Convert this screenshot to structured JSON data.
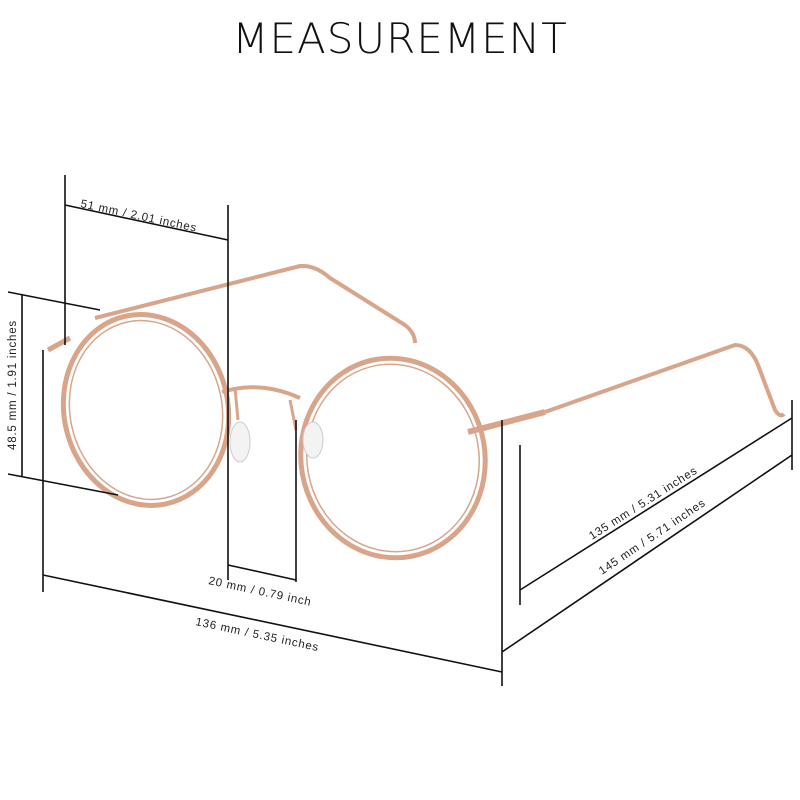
{
  "title": "MEASUREMENT",
  "measurements": {
    "lens_width": "51 mm / 2.01 inches",
    "lens_height": "48.5 mm / 1.91 inches",
    "bridge": "20 mm / 0.79 inch",
    "frame_width": "136 mm / 5.35 inches",
    "temple_length": "135 mm /  5.31 inches",
    "total_temple": "145 mm / 5.71 inches"
  },
  "colors": {
    "frame": "#d8a58a",
    "lines": "#111111"
  }
}
